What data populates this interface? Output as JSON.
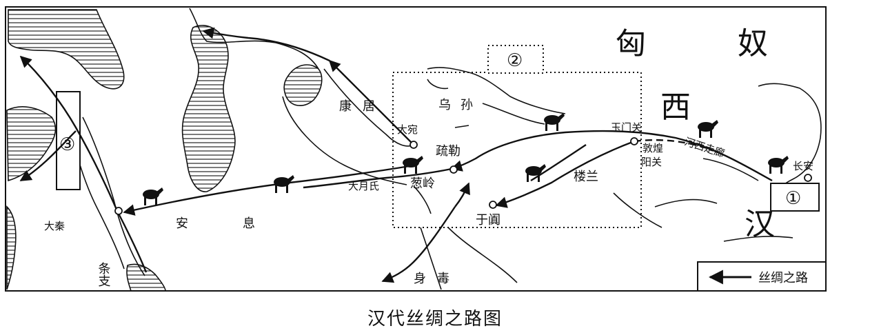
{
  "caption": "汉代丝绸之路图",
  "legend": {
    "label": "丝绸之路"
  },
  "regions": {
    "xiongnu_1": "匈",
    "xiongnu_2": "奴",
    "xiyu": "西",
    "han": "汉",
    "anxi_1": "安",
    "anxi_2": "息",
    "kangju": "康居",
    "wusun": "乌孙",
    "tiaozhi": "条支",
    "shendu": "身毒"
  },
  "places": {
    "daqin": "大秦",
    "dawan": "大宛",
    "shule": "疏勒",
    "dayuezhi": "大月氏",
    "congling": "葱岭",
    "yutian": "于阗",
    "loulan": "楼兰",
    "yumenguan": "玉门关",
    "yangguan": "阳关",
    "dunhuang": "敦煌",
    "hexi": "河西走廊",
    "changan": "长安"
  },
  "markers": {
    "m1": "①",
    "m2": "②",
    "m3": "③"
  }
}
